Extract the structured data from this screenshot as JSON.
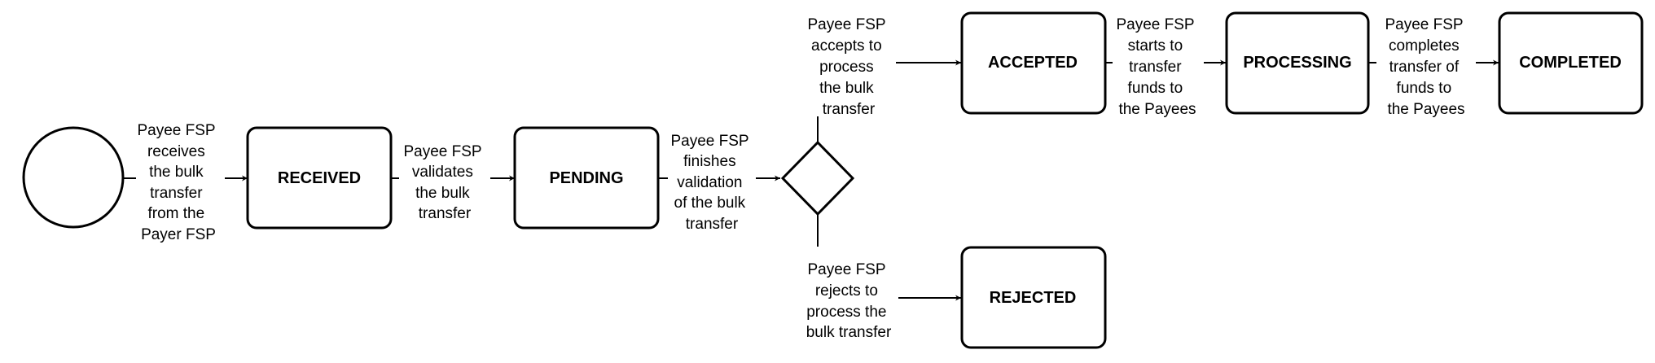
{
  "colors": {
    "stroke": "#000000",
    "fill": "#ffffff",
    "text": "#000000"
  },
  "nodes": {
    "start": {
      "shape": "circle"
    },
    "received": {
      "label": "RECEIVED"
    },
    "pending": {
      "label": "PENDING"
    },
    "decision": {
      "shape": "diamond"
    },
    "accepted": {
      "label": "ACCEPTED"
    },
    "processing": {
      "label": "PROCESSING"
    },
    "completed": {
      "label": "COMPLETED"
    },
    "rejected": {
      "label": "REJECTED"
    }
  },
  "edges": {
    "start_to_received": {
      "lines": [
        "Payee FSP",
        "receives",
        "the bulk",
        "transfer",
        "from the",
        "Payer FSP"
      ]
    },
    "received_to_pending": {
      "lines": [
        "Payee FSP",
        "validates",
        "the bulk",
        "transfer"
      ]
    },
    "pending_to_decision": {
      "lines": [
        "Payee FSP",
        "finishes",
        "validation",
        "of the bulk",
        "transfer"
      ]
    },
    "decision_to_accepted": {
      "lines": [
        "Payee FSP",
        "accepts to",
        "process",
        "the bulk",
        "transfer"
      ]
    },
    "decision_to_rejected": {
      "lines": [
        "Payee FSP",
        "rejects to",
        "process the",
        "bulk transfer"
      ]
    },
    "accepted_to_processing": {
      "lines": [
        "Payee FSP",
        "starts to",
        "transfer",
        "funds to",
        "the Payees"
      ]
    },
    "processing_to_completed": {
      "lines": [
        "Payee FSP",
        "completes",
        "transfer of",
        "funds to",
        "the Payees"
      ]
    }
  }
}
